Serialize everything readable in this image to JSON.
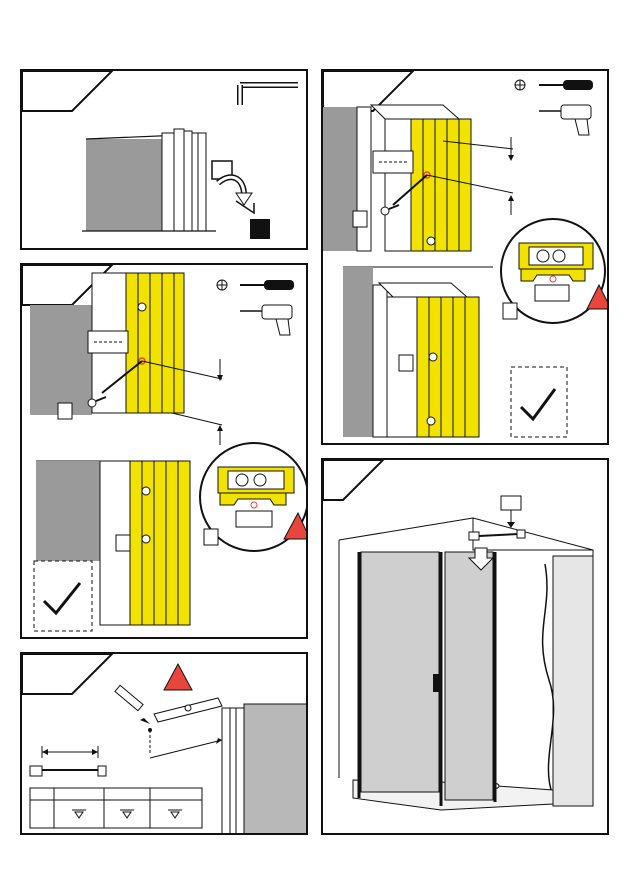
{
  "panels": [
    {
      "id": "step-1",
      "tools": [
        "allen-key-icon"
      ]
    },
    {
      "id": "step-2",
      "tools": [
        "phillips-screwdriver-icon",
        "power-drill-icon"
      ],
      "status_icons": [
        "warning-triangle-icon",
        "checkmark-icon"
      ]
    },
    {
      "id": "step-3",
      "tools": [
        "phillips-screwdriver-icon",
        "power-drill-icon"
      ],
      "status_icons": [
        "warning-triangle-icon",
        "checkmark-icon"
      ]
    },
    {
      "id": "step-4",
      "tools": [
        "shower-enclosure-illustration"
      ]
    },
    {
      "id": "step-5",
      "tools": [
        "pencil-icon",
        "spirit-level-icon"
      ],
      "status_icons": [
        "warning-triangle-icon"
      ]
    }
  ],
  "colors": {
    "profile_yellow": "#f2e200",
    "wall_gray": "#9a9a9a",
    "glass_gray": "#cfcfcf",
    "warning_red": "#e8453c",
    "line": "#111111"
  }
}
